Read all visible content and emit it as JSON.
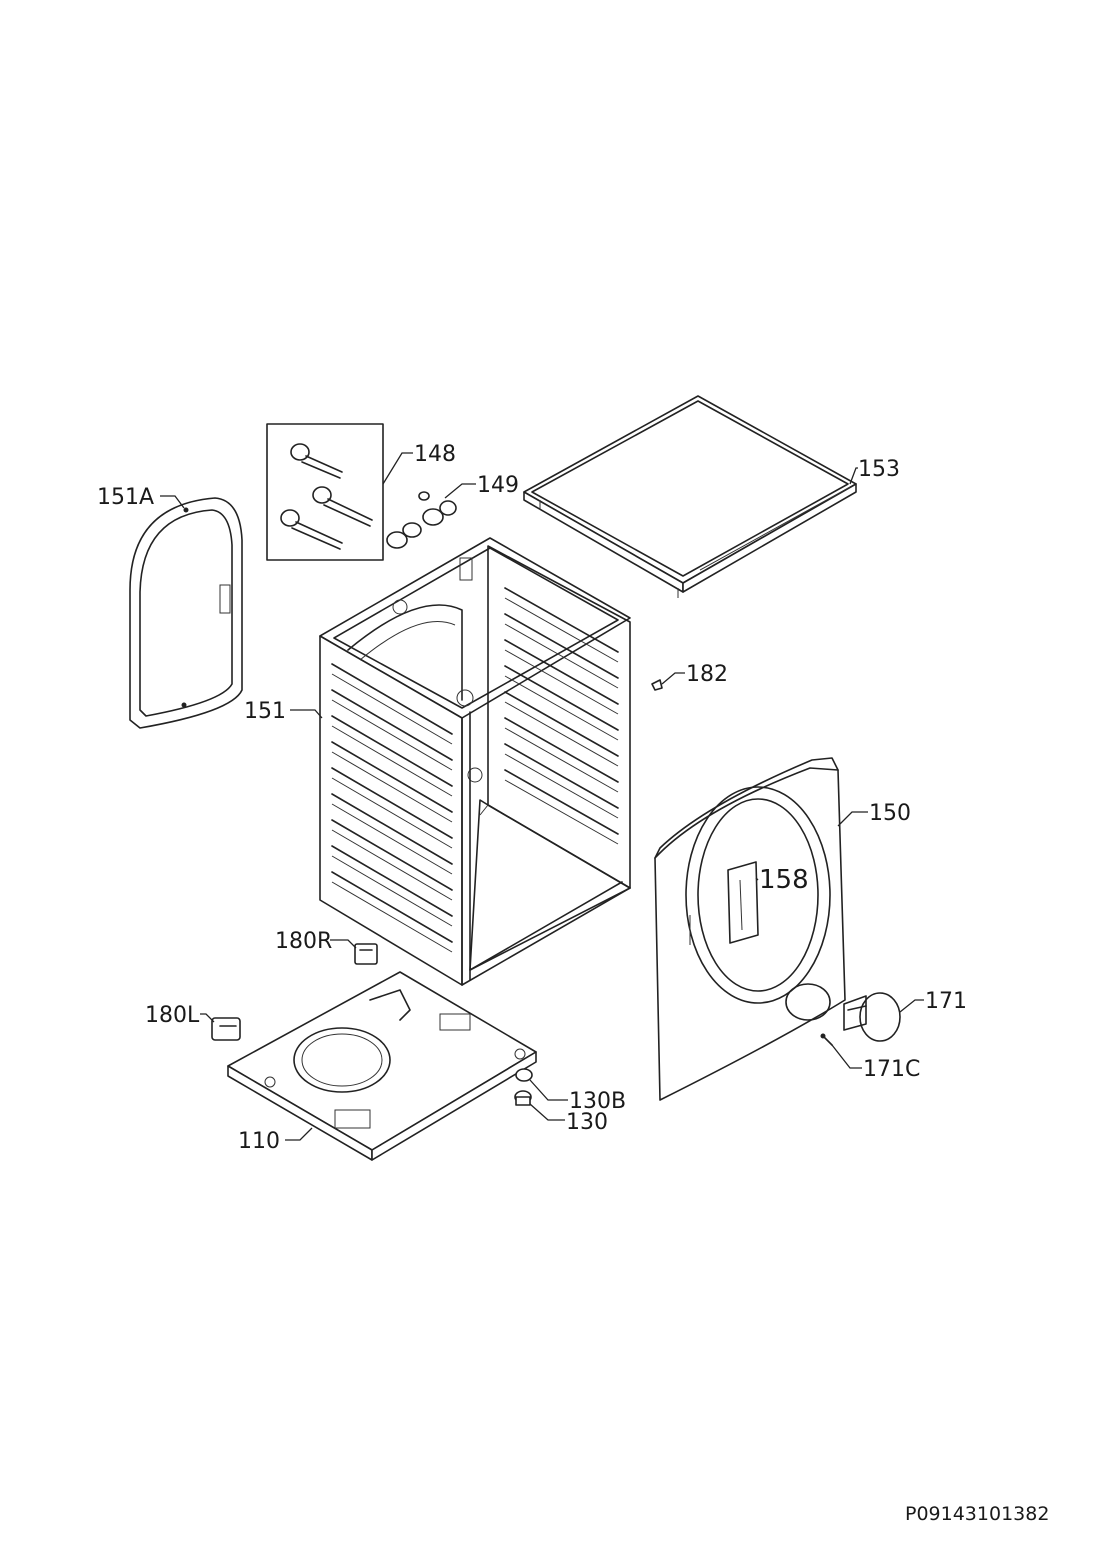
{
  "diagram": {
    "labels": {
      "p148": "148",
      "p149": "149",
      "p151a": "151A",
      "p153": "153",
      "p151": "151",
      "p182": "182",
      "p150": "150",
      "p158": "158",
      "p180r": "180R",
      "p180l": "180L",
      "p171": "171",
      "p171c": "171C",
      "p130b": "130B",
      "p130": "130",
      "p110": "110"
    },
    "drawing_code": "P09143101382"
  }
}
